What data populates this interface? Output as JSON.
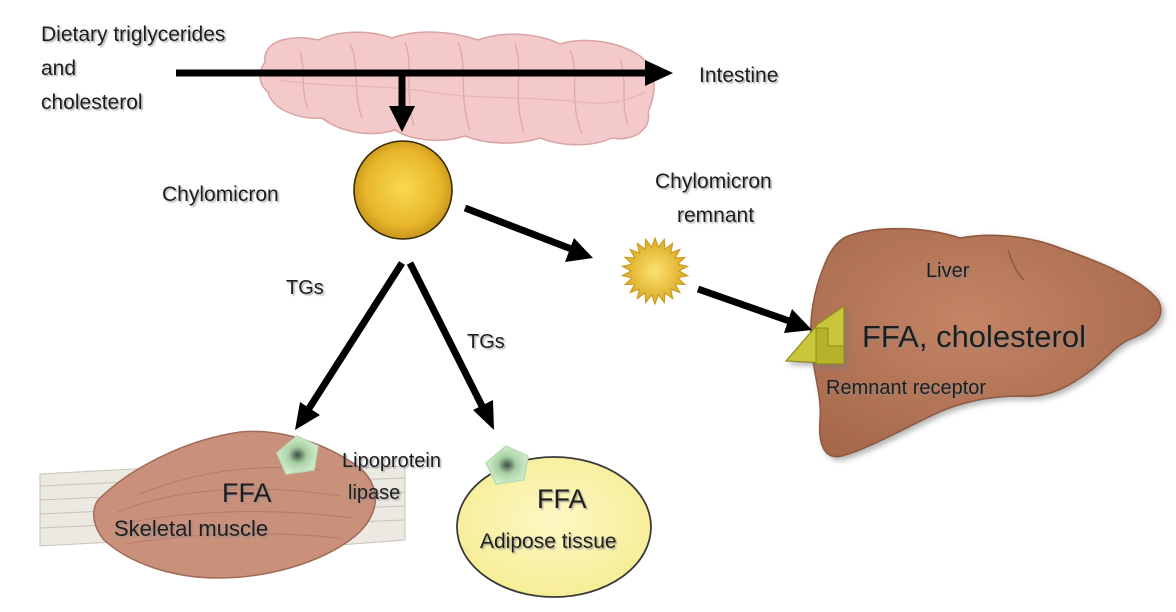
{
  "labels": {
    "dietary_line1": "Dietary triglycerides",
    "dietary_line2": "and",
    "dietary_line3": "cholesterol",
    "intestine": "Intestine",
    "chylomicron": "Chylomicron",
    "remnant_line1": "Chylomicron",
    "remnant_line2": "remnant",
    "liver": "Liver",
    "liver_ffa": "FFA, cholesterol",
    "remnant_receptor": "Remnant receptor",
    "tgs_left": "TGs",
    "tgs_right": "TGs",
    "lipase_line1": "Lipoprotein",
    "lipase_line2": "lipase",
    "muscle_ffa": "FFA",
    "skeletal_muscle": "Skeletal muscle",
    "adipose_ffa": "FFA",
    "adipose_tissue": "Adipose tissue"
  },
  "colors": {
    "arrow": "#000000",
    "intestine": "#f4c9c9",
    "chylomicron": "#e7b52e",
    "remnant": "#f0c030",
    "liver": "#b8775a",
    "receptor": "#c9c63a",
    "muscle": "#c9907c",
    "adipose": "#fbf3a6",
    "lipase": "#c8ecc4"
  }
}
